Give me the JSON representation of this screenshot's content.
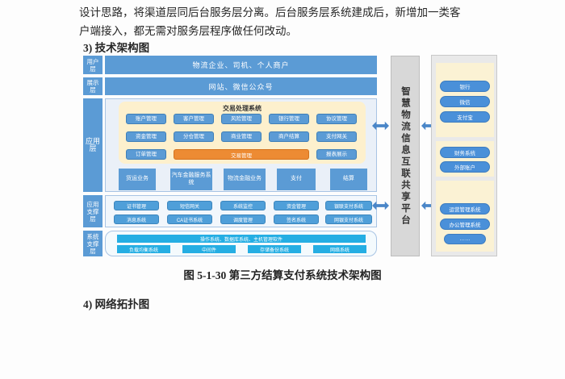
{
  "page": {
    "intro1": "设计思路，将渠道层同后台服务层分离。后台服务层系统建成后，新增加一类客",
    "intro2": "户端接入，都无需对服务层程序做任何改动。",
    "heading3": "3) 技术架构图",
    "caption": "图 5-1-30 第三方结算支付系统技术架构图",
    "heading4": "4) 网络拓扑图"
  },
  "layers": {
    "user": "用户层",
    "display": "展示层",
    "app": "应用层",
    "app_support": "应用支撑层",
    "sys_support": "系统支撑层"
  },
  "bars": {
    "user_bar": "物流企业、司机、个人商户",
    "display_bar": "网站、微信公众号"
  },
  "core": {
    "title": "交易处理系统",
    "row1": [
      "账户管理",
      "客户管理",
      "风险管理",
      "银行管理",
      "协议管理"
    ],
    "row2": [
      "资金管理",
      "分仓管理",
      "商业管理",
      "商户结算",
      "支付网关"
    ],
    "row3_left": "订单管理",
    "row3_center": "交易管理",
    "row3_right": "报表展示"
  },
  "business": [
    "货运业务",
    "汽车金融服务系统",
    "物流金融业务",
    "支付",
    "结算"
  ],
  "support": {
    "row1": [
      "证书管理",
      "短信网关",
      "系统监控",
      "资金管理",
      "银联支付系统"
    ],
    "row2": [
      "消息系统",
      "CA证书系统",
      "调度管理",
      "签名系统",
      "网银支付系统"
    ]
  },
  "sys": {
    "top": "操作系统、数据库系统、主机管理软件",
    "boxes": [
      "负载均衡系统",
      "中间件",
      "存储备份系统",
      "网络系统"
    ]
  },
  "platform": {
    "title": "智慧物流信息互联共享平台"
  },
  "external": {
    "panel1": [
      "银行",
      "微信",
      "支付宝"
    ],
    "panel2": [
      "财务系统",
      "外部账户"
    ],
    "panel3": [
      "运营管理系统",
      "办公管理系统",
      "……"
    ]
  },
  "colors": {
    "box_blue": "#5b9bd5",
    "orange": "#ed8b33",
    "cyan": "#25aee3",
    "cream": "#fbf2d4",
    "gray_bar": "#d8d8d8"
  }
}
